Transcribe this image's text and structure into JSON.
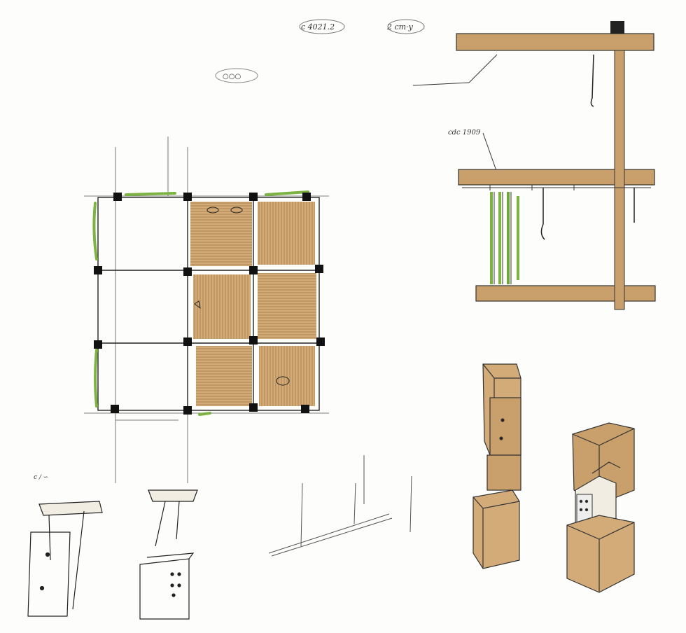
{
  "sheet": {
    "background": "#fdfdfb",
    "ink": "#222222",
    "timber_color": "#c9a06b",
    "timber_dark": "#a77a45",
    "moss_color": "#7cb342"
  },
  "handwritten_notes": {
    "top_left": "c 4021.2",
    "top_right": "2 cm·y",
    "floor_scribble": "○○○",
    "section_label": "cdc 1909",
    "detail_scribble": "c ∕ ∽"
  }
}
